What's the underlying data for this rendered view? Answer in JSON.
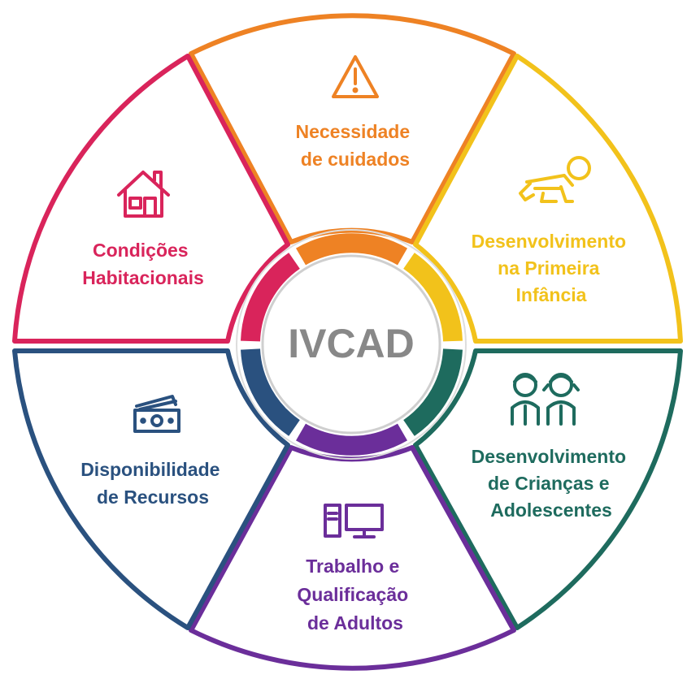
{
  "center": {
    "label": "IVCAD",
    "color": "#888888"
  },
  "segments": [
    {
      "id": "necessidade",
      "color": "#EE8224",
      "icon": "warning-triangle-icon",
      "lines": [
        "Necessidade",
        "de cuidados"
      ]
    },
    {
      "id": "primeira-infancia",
      "color": "#F2C21B",
      "icon": "crawling-baby-icon",
      "lines": [
        "Desenvolvimento",
        "na Primeira",
        "Infância"
      ]
    },
    {
      "id": "criancas",
      "color": "#1E6B5E",
      "icon": "children-icon",
      "lines": [
        "Desenvolvimento",
        "de Crianças e",
        "Adolescentes"
      ]
    },
    {
      "id": "trabalho",
      "color": "#6B2E9A",
      "icon": "computer-icon",
      "lines": [
        "Trabalho e",
        "Qualificação",
        "de Adultos"
      ]
    },
    {
      "id": "recursos",
      "color": "#2A517F",
      "icon": "money-icon",
      "lines": [
        "Disponibilidade",
        "de Recursos"
      ]
    },
    {
      "id": "habitacionais",
      "color": "#D9245B",
      "icon": "house-icon",
      "lines": [
        "Condições",
        "Habitacionais"
      ]
    }
  ]
}
